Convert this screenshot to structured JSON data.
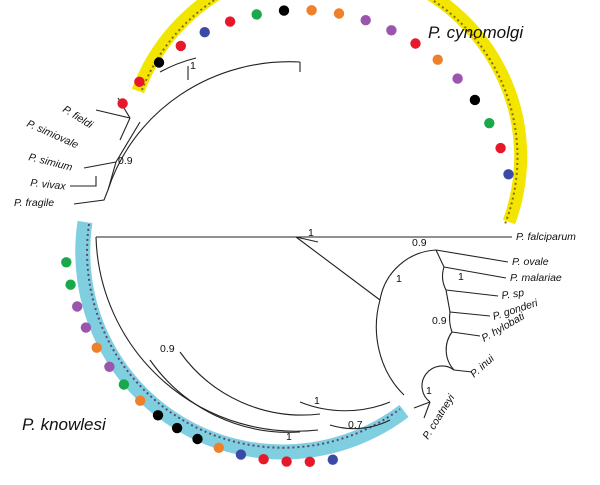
{
  "clades": {
    "cynomolgi": "P. cynomolgi",
    "knowlesi": "P. knowlesi"
  },
  "taxa": {
    "falciparum": "P. falciparum",
    "ovale": "P. ovale",
    "malariae": "P. malariae",
    "sp": "P. sp",
    "gonderi": "P. gonderi",
    "hylobati": "P. hylobati",
    "inui": "P. inui",
    "coatneyi": "P. coatneyi",
    "fieldi": "P. fieldi",
    "simiovale": "P. simiovale",
    "simium": "P. simium",
    "vivax": "P. vivax",
    "fragile": "P. fragile"
  },
  "support": {
    "root": "1",
    "ovale_node": "0.9",
    "sp_node": "1",
    "gonderi_node": "0.9",
    "coatneyi_node": "1",
    "inner_node": "1",
    "cynomolgi_node": "1",
    "vivax_group_node": "0.9",
    "knowlesi_outer": "0.9",
    "knowlesi_deep": "1",
    "knowlesi_mid": "1",
    "knowlesi_sub": "0.7"
  },
  "colors": {
    "highlight_cynomolgi": "#f2e600",
    "highlight_knowlesi": "#7fcfe0",
    "dot_red": "#e8182b",
    "dot_blue": "#3b4aa6",
    "dot_green": "#19a84a",
    "dot_orange": "#f07f2a",
    "dot_purple": "#9b55ad",
    "dot_black": "#000000"
  },
  "dots": {
    "cynomolgi": [
      "red",
      "red",
      "black",
      "red",
      "blue",
      "red",
      "green",
      "black",
      "orange",
      "orange",
      "purple",
      "purple",
      "red",
      "orange",
      "purple",
      "black",
      "green",
      "red",
      "blue"
    ],
    "knowlesi": [
      "green",
      "green",
      "purple",
      "purple",
      "orange",
      "purple",
      "green",
      "orange",
      "black",
      "black",
      "black",
      "orange",
      "blue",
      "red",
      "red",
      "red",
      "blue"
    ]
  }
}
